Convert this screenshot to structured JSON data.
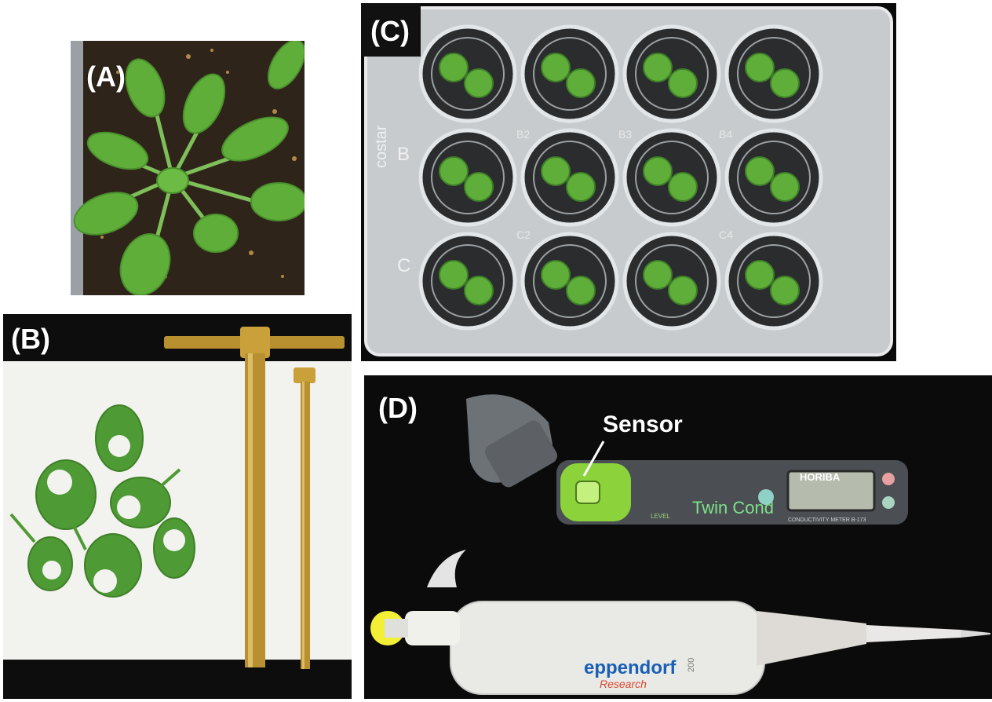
{
  "panels": {
    "a": {
      "label": "(A)"
    },
    "b": {
      "label": "(B)"
    },
    "c": {
      "label": "(C)",
      "plate_text": {
        "brand": "costar",
        "rows": [
          "B",
          "C"
        ],
        "wells": [
          "B2",
          "B3",
          "B4",
          "C2",
          "C4"
        ]
      }
    },
    "d": {
      "label": "(D)",
      "sensor_label": "Sensor",
      "meter": {
        "brand": "HORIBA",
        "model": "Twin Cond",
        "subtext": "CONDUCTIVITY METER  B-173",
        "level": "LEVEL"
      },
      "pipette": {
        "brand": "eppendorf",
        "series": "Research",
        "volume": "200"
      }
    }
  },
  "colors": {
    "leaf": "#5fae3a",
    "soil": "#2e2419",
    "brass": "#b8902f",
    "label_bg": "#111111"
  }
}
